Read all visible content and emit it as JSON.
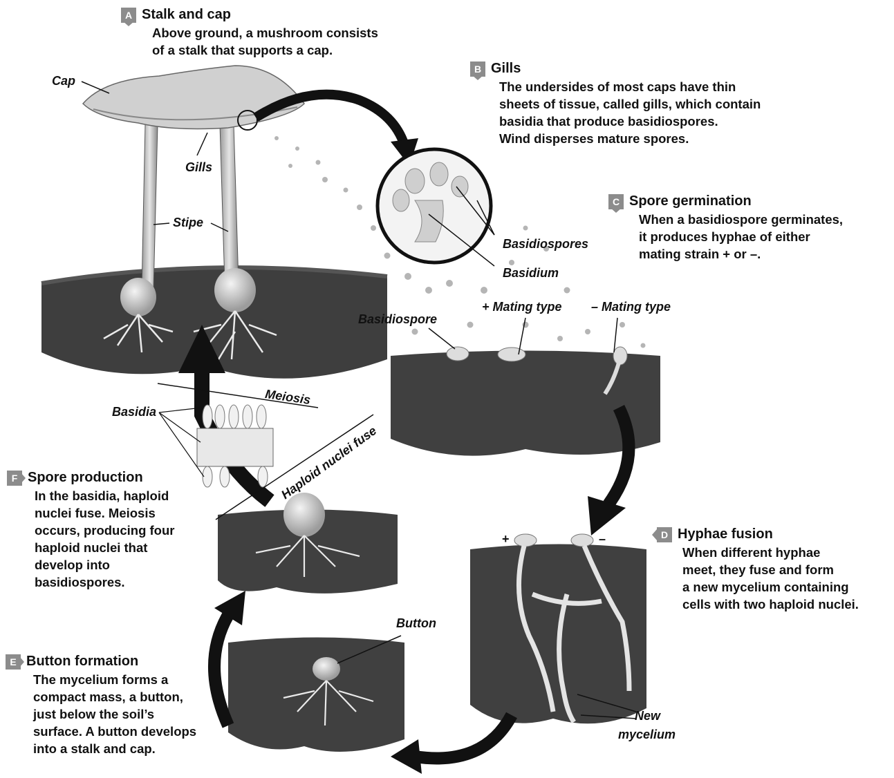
{
  "steps": {
    "a": {
      "badge": "A",
      "title": "Stalk and cap",
      "lines": [
        "Above ground, a mushroom consists",
        "of a stalk that supports a cap."
      ]
    },
    "b": {
      "badge": "B",
      "title": "Gills",
      "lines": [
        "The undersides of most caps have thin",
        "sheets of tissue, called gills, which contain",
        "basidia that produce basidiospores.",
        "Wind disperses mature spores."
      ]
    },
    "c": {
      "badge": "C",
      "title": "Spore germination",
      "lines": [
        "When a basidiospore germinates,",
        "it produces hyphae of either",
        "mating strain + or  –."
      ]
    },
    "d": {
      "badge": "D",
      "title": "Hyphae fusion",
      "lines": [
        "When different hyphae",
        "meet, they fuse and form",
        "a new mycelium containing",
        "cells with two haploid nuclei."
      ]
    },
    "e": {
      "badge": "E",
      "title": "Button formation",
      "lines": [
        "The mycelium forms a",
        "compact mass, a button,",
        "just below the soil’s",
        "surface. A button develops",
        "into a stalk and cap."
      ]
    },
    "f": {
      "badge": "F",
      "title": "Spore production",
      "lines": [
        "In the basidia, haploid",
        "nuclei fuse. Meiosis",
        "occurs, producing four",
        "haploid nuclei that",
        "develop into",
        "basidiospores."
      ]
    }
  },
  "labels": {
    "cap": "Cap",
    "gills": "Gills",
    "stipe": "Stipe",
    "basidiospores": "Basidiospores",
    "basidium": "Basidium",
    "basidiospore": "Basidiospore",
    "plus_mating": "+ Mating type",
    "minus_mating": "– Mating type",
    "meiosis": "Meiosis",
    "basidia": "Basidia",
    "haploid_fuse": "Haploid nuclei fuse",
    "plus": "+",
    "minus": "–",
    "button": "Button",
    "new_mycelium_1": "New",
    "new_mycelium_2": "mycelium"
  },
  "colors": {
    "soil": "#3f3f3f",
    "soil_light": "#7a7a7a",
    "arrow": "#111111",
    "badge": "#8c8c8c"
  }
}
